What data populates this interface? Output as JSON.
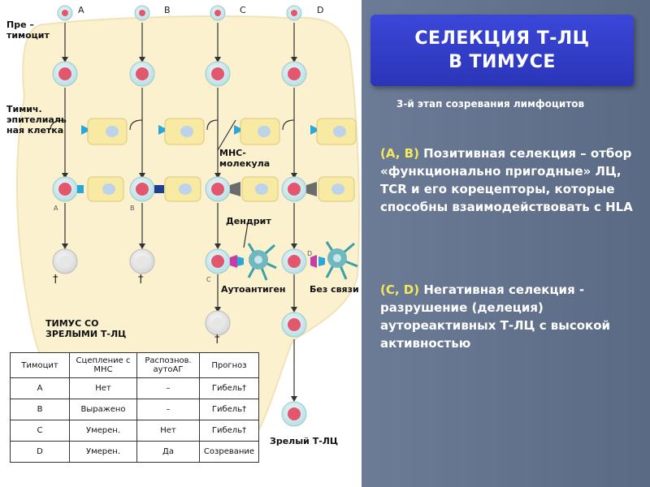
{
  "title": {
    "line1": "СЕЛЕКЦИЯ Т-ЛЦ",
    "line2": "В ТИМУСЕ"
  },
  "subtitle": "3-й этап созревания лимфоцитов",
  "positive": {
    "key": "(A, B)",
    "text": " Позитивная селекция – отбор «функционально пригодные» ЛЦ, TCR и его корецепторы, которые способны взаимодействовать с HLA"
  },
  "negative": {
    "key": "(C, D)",
    "text": " Негативная селекция - разрушение (делеция) аутореактивных Т-ЛЦ с высокой активностью"
  },
  "diagram": {
    "columns": [
      "A",
      "B",
      "C",
      "D"
    ],
    "small_cols": [
      "A",
      "B",
      "C",
      "D"
    ],
    "labels": {
      "pre_thymocyte": [
        "Пре –",
        "тимоцит"
      ],
      "epithelial": [
        "Тимич.",
        "эпителиаль",
        "ная клетка"
      ],
      "mhc": [
        "МНС-",
        "молекула"
      ],
      "dendrite": "Дендрит",
      "autoantigen": "Аутоантиген",
      "no_binding": "Без связи",
      "mature_thymus": [
        "ТИМУС СО",
        "ЗРЕЛЫМИ Т-ЛЦ"
      ],
      "mature_cell": "Зрелый Т-ЛЦ",
      "dagger": "†"
    }
  },
  "table": {
    "headers": [
      "Тимоцит",
      "Сцепление с МНС",
      "Распознов. аутоАГ",
      "Прогноз"
    ],
    "rows": [
      [
        "A",
        "Нет",
        "–",
        "Гибель"
      ],
      [
        "B",
        "Выражено",
        "–",
        "Гибель"
      ],
      [
        "C",
        "Умерен.",
        "Нет",
        "Гибель"
      ],
      [
        "D",
        "Умерен.",
        "Да",
        "Созревание"
      ]
    ]
  },
  "colors": {
    "background": "#5f6f88",
    "title_box": "#3240c8",
    "highlight": "#f6e85a",
    "thymus": "#fbf1cf",
    "nucleus": "#e2566e",
    "epithelial_cell": "#f8eaa2"
  }
}
